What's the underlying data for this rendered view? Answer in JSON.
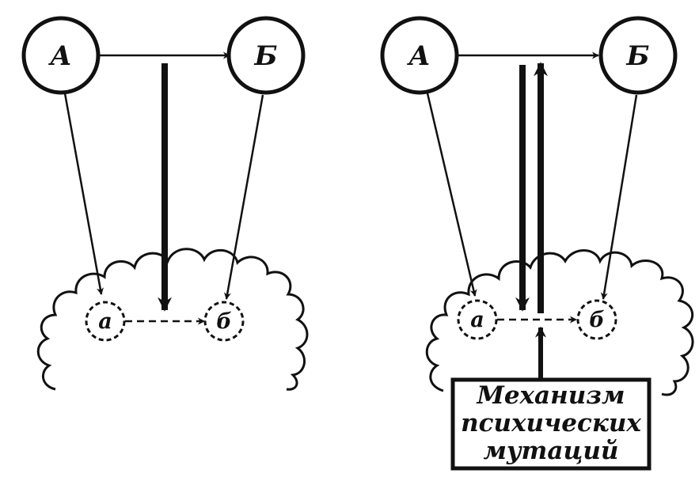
{
  "diagram": {
    "left_panel": {
      "node_A": "А",
      "node_B": "Б",
      "node_a": "а",
      "node_b": "б"
    },
    "right_panel": {
      "node_A": "А",
      "node_B": "Б",
      "node_a": "а",
      "node_b": "б",
      "box_lines": [
        "Механизм",
        "психических",
        "мутаций"
      ]
    }
  },
  "colors": {
    "ink": "#111111",
    "background": "#ffffff"
  }
}
